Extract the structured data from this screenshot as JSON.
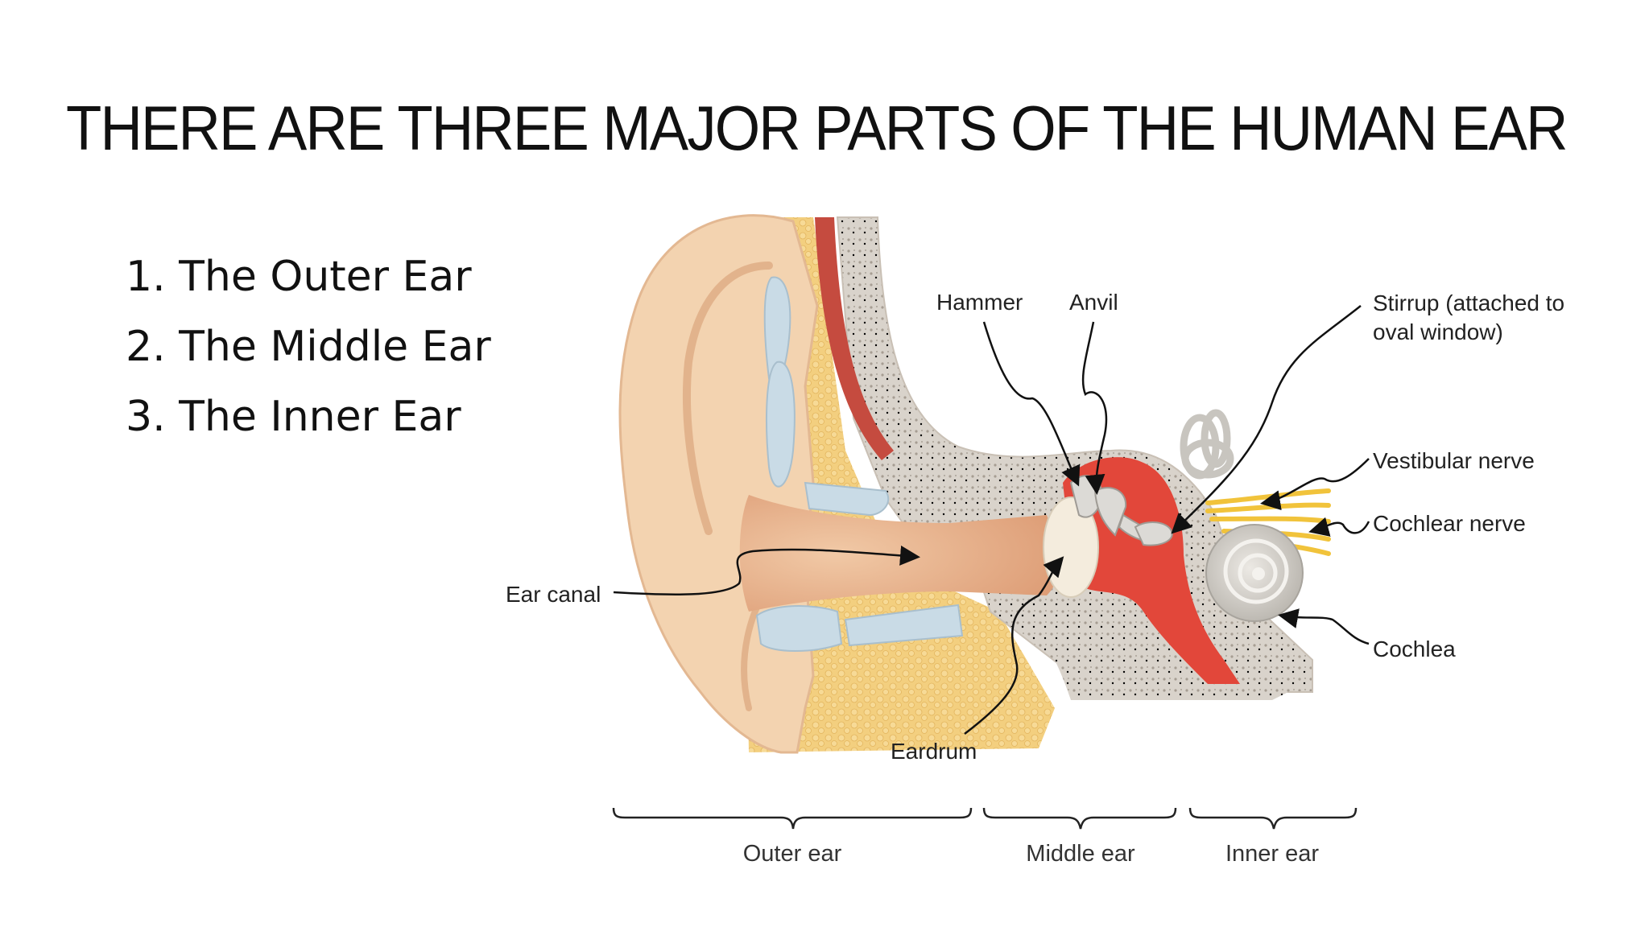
{
  "title": "THERE ARE THREE MAJOR PARTS OF THE HUMAN EAR",
  "parts": [
    "1. The Outer Ear",
    "2. The Middle Ear",
    "3. The Inner Ear"
  ],
  "diagram": {
    "labels": {
      "hammer": "Hammer",
      "anvil": "Anvil",
      "stirrup_line1": "Stirrup (attached to",
      "stirrup_line2": "oval window)",
      "vestibular_nerve": "Vestibular nerve",
      "cochlear_nerve": "Cochlear nerve",
      "cochlea": "Cochlea",
      "ear_canal": "Ear canal",
      "eardrum": "Eardrum"
    },
    "sections": {
      "outer": "Outer ear",
      "middle": "Middle ear",
      "inner": "Inner ear"
    },
    "colors": {
      "skin": "#f3d3b0",
      "skin_dark": "#e5b992",
      "canal": "#e7ad86",
      "fat": "#f2cd7c",
      "cartilage": "#c9dbe6",
      "bone": "#d8d2ca",
      "muscle": "#c54b3f",
      "middle_ear_red": "#e2473a",
      "eardrum": "#f4ecdd",
      "nerve": "#f1c33b",
      "cochlea": "#cfccc6"
    }
  }
}
